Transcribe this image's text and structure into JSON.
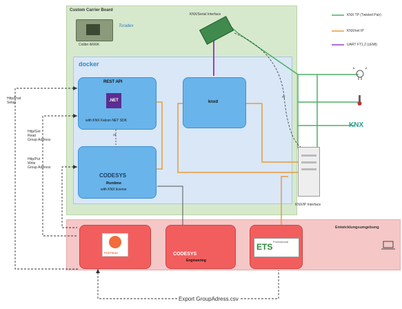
{
  "carrier": {
    "title": "Custom Carrier Board",
    "module_label": "Colibri iMX6K",
    "vendor": "Toradex"
  },
  "docker": {
    "label": "docker"
  },
  "knx_serial": {
    "label": "KNX/Serial Interface"
  },
  "legend": [
    {
      "label": "KNX TP (Twisted Pair)",
      "color": "#4caf66"
    },
    {
      "label": "KNX/net IP",
      "color": "#e79a3c"
    },
    {
      "label": "UART FT1.2 (cEMI)",
      "color": "#9a3fc0"
    }
  ],
  "rest_api": {
    "title": "REST API",
    "logo_text": ".NET",
    "subtitle": "with KNX Falcon NET SDK"
  },
  "knxd": {
    "label": "knxd"
  },
  "or_label": "or",
  "codesys_runtime": {
    "name": "CODESYS",
    "title": "Runtime",
    "subtitle": "with KNX license"
  },
  "left_labels": [
    {
      "lines": [
        "Http/Post",
        "Setup"
      ]
    },
    {
      "lines": [
        "Http/Get",
        "Read",
        "Group Address"
      ]
    },
    {
      "lines": [
        "Http/Put",
        "Write",
        "Group Address"
      ]
    }
  ],
  "knx_ip": {
    "label": "KNX/IP Interface"
  },
  "knx_logo": "KNX",
  "devenv": {
    "label": "Entwicklungsumgebung"
  },
  "postman": {
    "name": "POSTMAN"
  },
  "codesys_eng": {
    "name": "CODESYS",
    "subtitle": "Engineering"
  },
  "ets": {
    "name": "ETS",
    "tagline": "Professional"
  },
  "export": {
    "label": "Export GroupAdress.csv"
  },
  "colors": {
    "tp": "#4caf66",
    "ip": "#e79a3c",
    "uart": "#9a3fc0",
    "dashed": "#333333"
  }
}
